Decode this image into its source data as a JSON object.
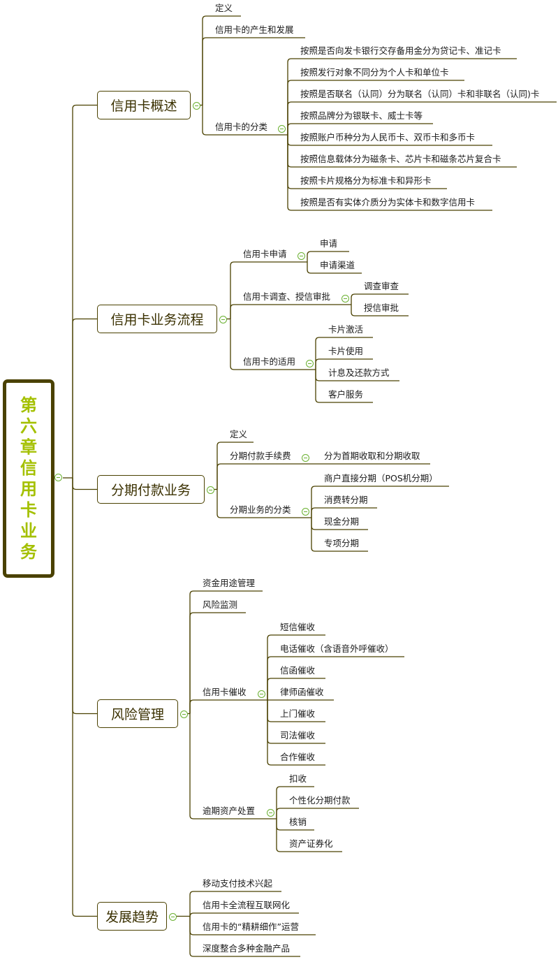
{
  "root": {
    "title": "第六章信用卡业务"
  },
  "colors": {
    "line": "#4a4100",
    "root_text": "#a4c000",
    "toggle": "#6ab030"
  },
  "branches": [
    {
      "label": "信用卡概述",
      "children": [
        {
          "label": "定义"
        },
        {
          "label": "信用卡的产生和发展"
        },
        {
          "label": "信用卡的分类",
          "children": [
            {
              "label": "按照是否向发卡银行交存备用金分为贷记卡、准记卡"
            },
            {
              "label": "按照发行对象不同分为个人卡和单位卡"
            },
            {
              "label": "按照是否联名（认同）分为联名（认同）卡和非联名（认同)卡"
            },
            {
              "label": "按照品牌分为银联卡、威士卡等"
            },
            {
              "label": "按照账户币种分为人民币卡、双币卡和多币卡"
            },
            {
              "label": "按照信息载体分为磁条卡、芯片卡和磁条芯片复合卡"
            },
            {
              "label": "按照卡片规格分为标准卡和异形卡"
            },
            {
              "label": "按照是否有实体介质分为实体卡和数字信用卡"
            }
          ]
        }
      ]
    },
    {
      "label": "信用卡业务流程",
      "children": [
        {
          "label": "信用卡申请",
          "children": [
            {
              "label": "申请"
            },
            {
              "label": "申请渠道"
            }
          ]
        },
        {
          "label": "信用卡调查、授信审批",
          "children": [
            {
              "label": "调查审查"
            },
            {
              "label": "授信审批"
            }
          ]
        },
        {
          "label": "信用卡的适用",
          "children": [
            {
              "label": "卡片激活"
            },
            {
              "label": "卡片使用"
            },
            {
              "label": "计息及还款方式"
            },
            {
              "label": "客户服务"
            }
          ]
        }
      ]
    },
    {
      "label": "分期付款业务",
      "children": [
        {
          "label": "定义"
        },
        {
          "label": "分期付款手续费",
          "children": [
            {
              "label": "分为首期收取和分期收取"
            }
          ]
        },
        {
          "label": "分期业务的分类",
          "children": [
            {
              "label": "商户直接分期（POS机分期）"
            },
            {
              "label": "消费转分期"
            },
            {
              "label": "现金分期"
            },
            {
              "label": "专项分期"
            }
          ]
        }
      ]
    },
    {
      "label": "风险管理",
      "children": [
        {
          "label": "资金用途管理"
        },
        {
          "label": "风险监测"
        },
        {
          "label": "信用卡催收",
          "children": [
            {
              "label": "短信催收"
            },
            {
              "label": "电话催收（含语音外呼催收）"
            },
            {
              "label": "信函催收"
            },
            {
              "label": "律师函催收"
            },
            {
              "label": "上门催收"
            },
            {
              "label": "司法催收"
            },
            {
              "label": "合作催收"
            }
          ]
        },
        {
          "label": "逾期资产处置",
          "children": [
            {
              "label": "扣收"
            },
            {
              "label": "个性化分期付款"
            },
            {
              "label": "核销"
            },
            {
              "label": "资产证券化"
            }
          ]
        }
      ]
    },
    {
      "label": "发展趋势",
      "children": [
        {
          "label": "移动支付技术兴起"
        },
        {
          "label": "信用卡全流程互联网化"
        },
        {
          "label": "信用卡的“精耕细作”运营"
        },
        {
          "label": "深度整合多种金融产品"
        }
      ]
    }
  ]
}
